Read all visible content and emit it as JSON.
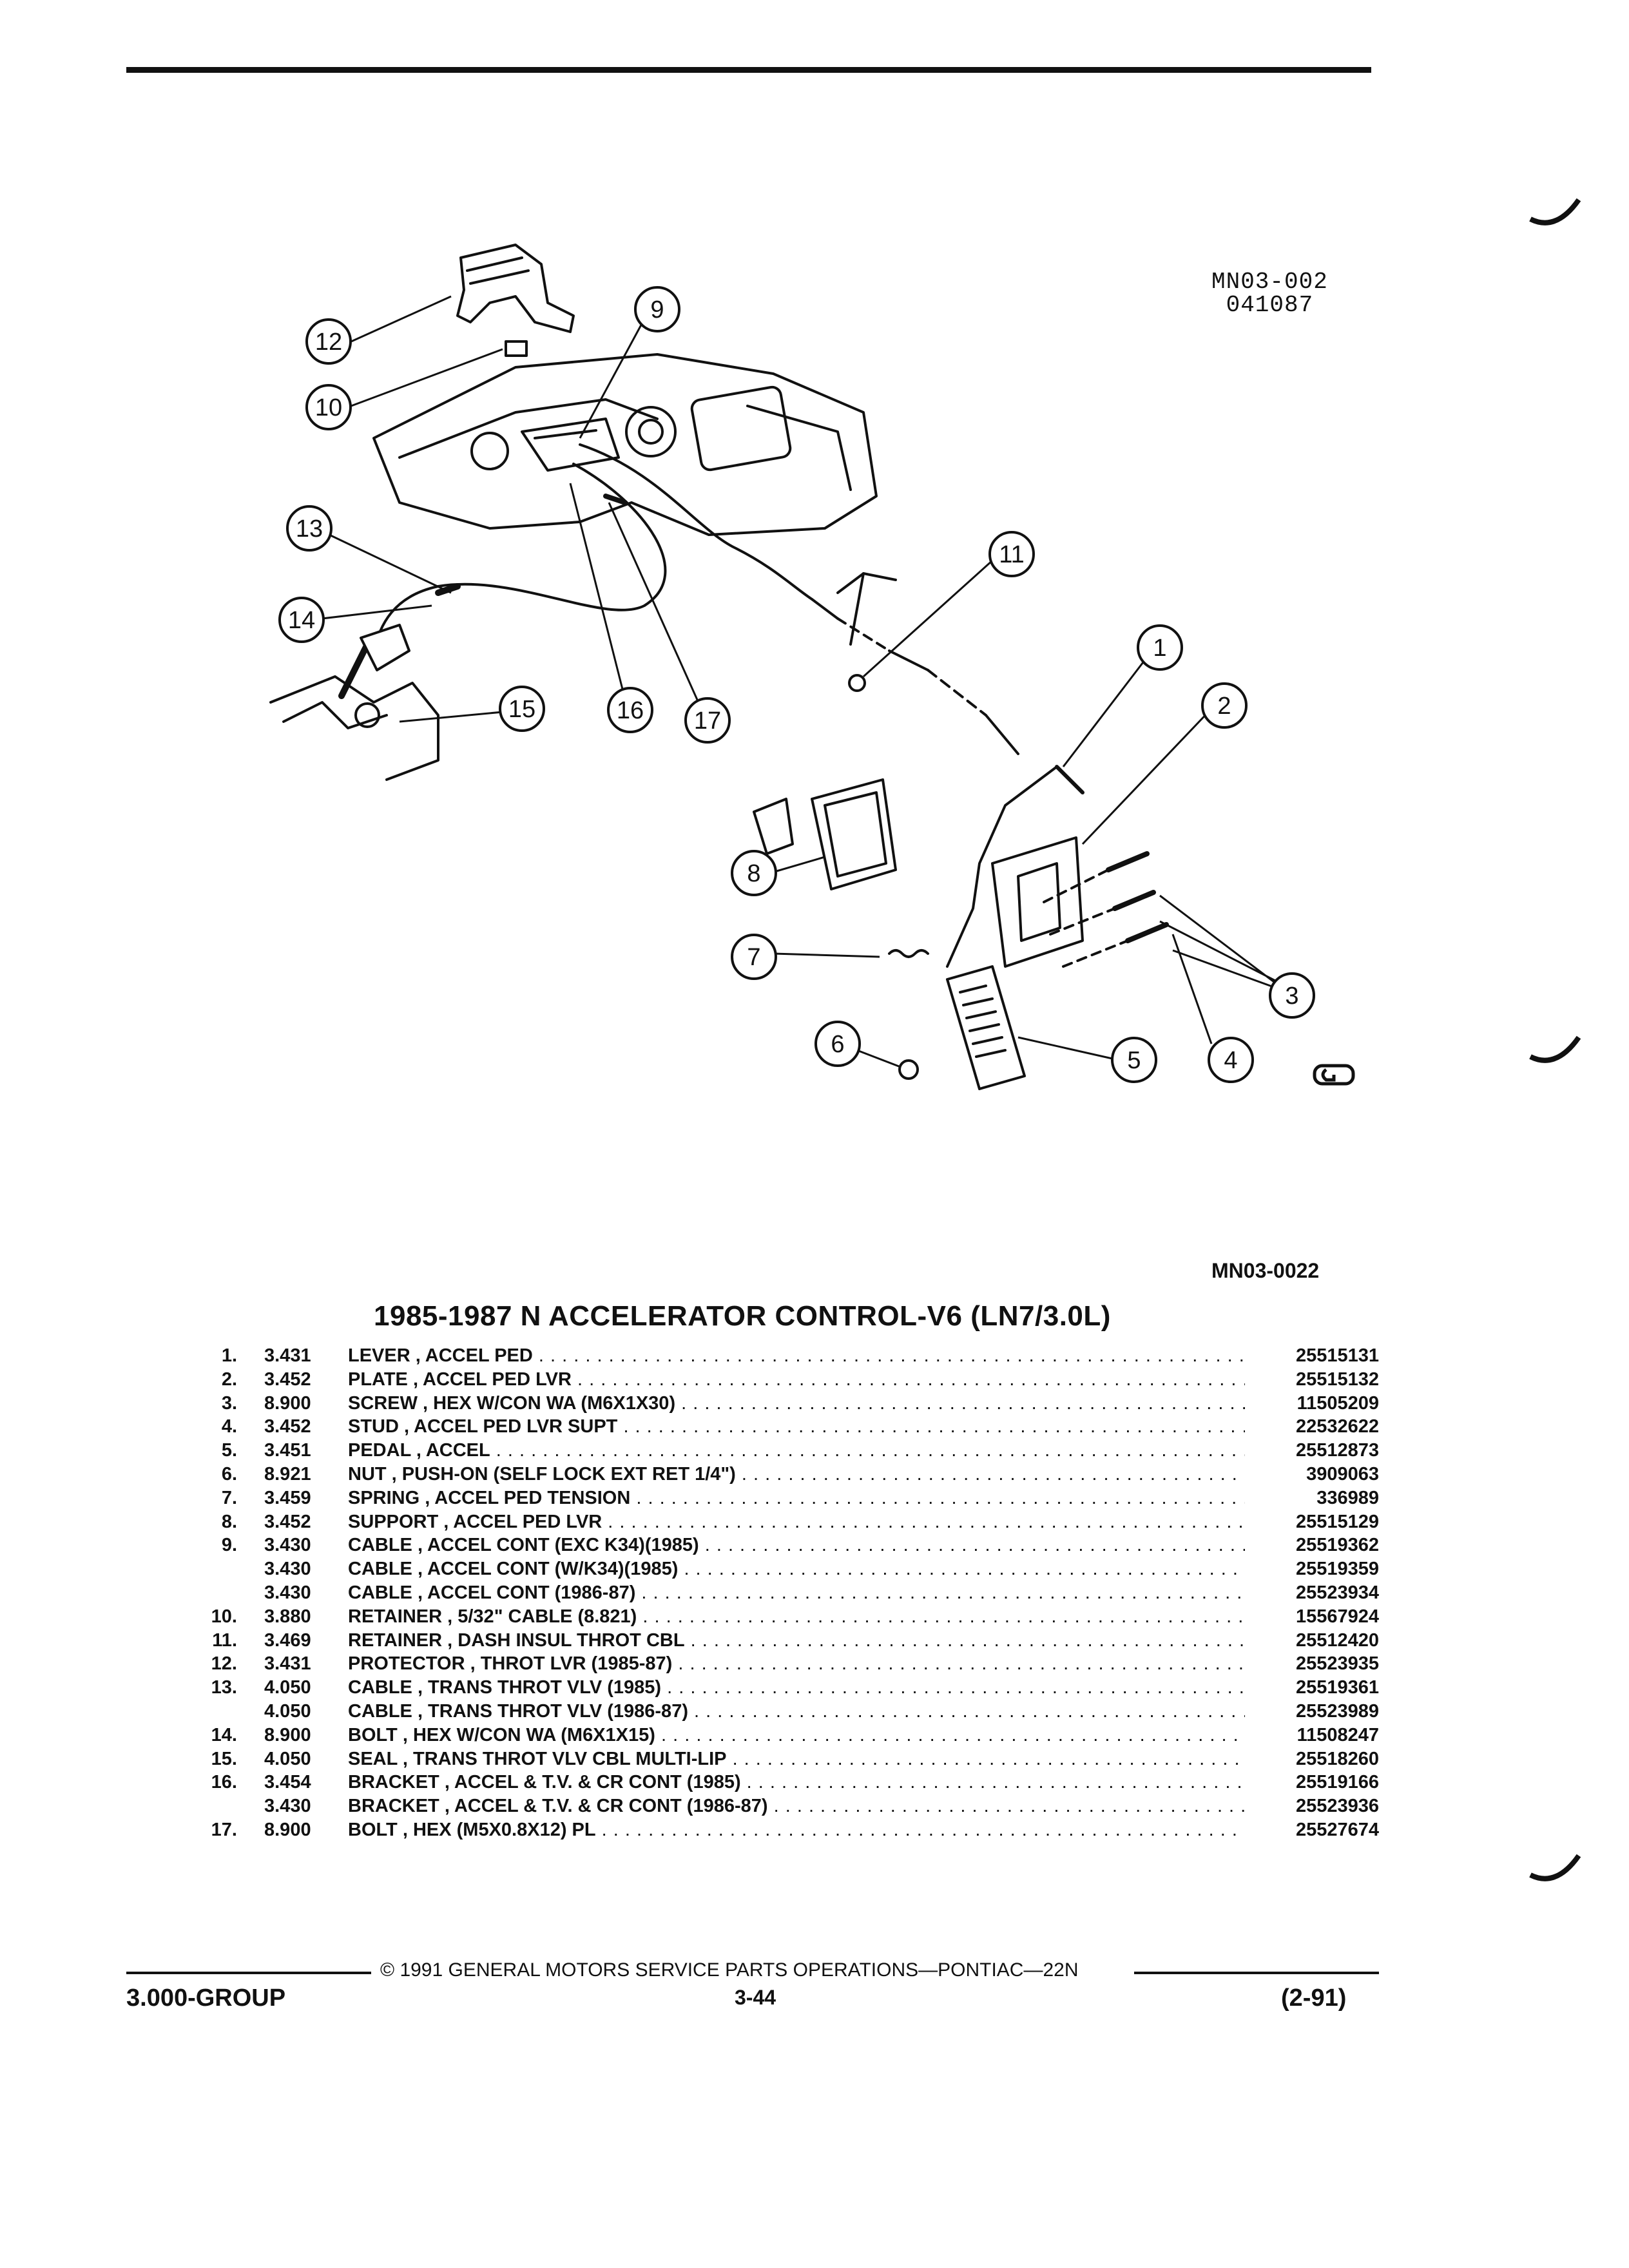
{
  "figure": {
    "code_line1": "MN03-002",
    "code_line2": "041087",
    "ref_code": "MN03-0022",
    "callouts": [
      "1",
      "2",
      "3",
      "4",
      "5",
      "6",
      "7",
      "8",
      "9",
      "10",
      "11",
      "12",
      "13",
      "14",
      "15",
      "16",
      "17"
    ]
  },
  "parts_list": {
    "title": "1985-1987 N ACCELERATOR CONTROL-V6 (LN7/3.0L)",
    "rows": [
      {
        "num": "1.",
        "group": "3.431",
        "desc": "LEVER , ACCEL PED",
        "part": "25515131"
      },
      {
        "num": "2.",
        "group": "3.452",
        "desc": "PLATE , ACCEL PED LVR",
        "part": "25515132"
      },
      {
        "num": "3.",
        "group": "8.900",
        "desc": "SCREW , HEX W/CON WA (M6X1X30)",
        "part": "11505209"
      },
      {
        "num": "4.",
        "group": "3.452",
        "desc": "STUD , ACCEL PED LVR SUPT",
        "part": "22532622"
      },
      {
        "num": "5.",
        "group": "3.451",
        "desc": "PEDAL , ACCEL",
        "part": "25512873"
      },
      {
        "num": "6.",
        "group": "8.921",
        "desc": "NUT , PUSH-ON (SELF LOCK EXT RET 1/4\")",
        "part": "3909063"
      },
      {
        "num": "7.",
        "group": "3.459",
        "desc": "SPRING , ACCEL PED TENSION",
        "part": "336989"
      },
      {
        "num": "8.",
        "group": "3.452",
        "desc": "SUPPORT , ACCEL PED LVR",
        "part": "25515129"
      },
      {
        "num": "9.",
        "group": "3.430",
        "desc": "CABLE , ACCEL CONT (EXC K34)(1985)",
        "part": "25519362"
      },
      {
        "num": "",
        "group": "3.430",
        "desc": "CABLE , ACCEL CONT (W/K34)(1985)",
        "part": "25519359"
      },
      {
        "num": "",
        "group": "3.430",
        "desc": "CABLE , ACCEL CONT (1986-87)",
        "part": "25523934"
      },
      {
        "num": "10.",
        "group": "3.880",
        "desc": "RETAINER , 5/32\" CABLE (8.821)",
        "part": "15567924"
      },
      {
        "num": "11.",
        "group": "3.469",
        "desc": "RETAINER , DASH INSUL THROT CBL",
        "part": "25512420"
      },
      {
        "num": "12.",
        "group": "3.431",
        "desc": "PROTECTOR , THROT LVR (1985-87)",
        "part": "25523935"
      },
      {
        "num": "13.",
        "group": "4.050",
        "desc": "CABLE , TRANS THROT VLV (1985)",
        "part": "25519361"
      },
      {
        "num": "",
        "group": "4.050",
        "desc": "CABLE , TRANS THROT VLV (1986-87)",
        "part": "25523989"
      },
      {
        "num": "14.",
        "group": "8.900",
        "desc": "BOLT , HEX W/CON WA (M6X1X15)",
        "part": "11508247"
      },
      {
        "num": "15.",
        "group": "4.050",
        "desc": "SEAL , TRANS THROT VLV CBL MULTI-LIP",
        "part": "25518260"
      },
      {
        "num": "16.",
        "group": "3.454",
        "desc": "BRACKET , ACCEL & T.V. & CR CONT (1985)",
        "part": "25519166"
      },
      {
        "num": "",
        "group": "3.430",
        "desc": "BRACKET , ACCEL & T.V. & CR CONT (1986-87)",
        "part": "25523936"
      },
      {
        "num": "17.",
        "group": "8.900",
        "desc": "BOLT , HEX (M5X0.8X12) PL",
        "part": "25527674"
      }
    ]
  },
  "footer": {
    "copyright": "© 1991 GENERAL MOTORS SERVICE PARTS OPERATIONS—PONTIAC—22N",
    "group": "3.000-GROUP",
    "page": "3-44",
    "date": "(2-91)"
  },
  "colors": {
    "ink": "#111111",
    "paper": "#ffffff"
  }
}
